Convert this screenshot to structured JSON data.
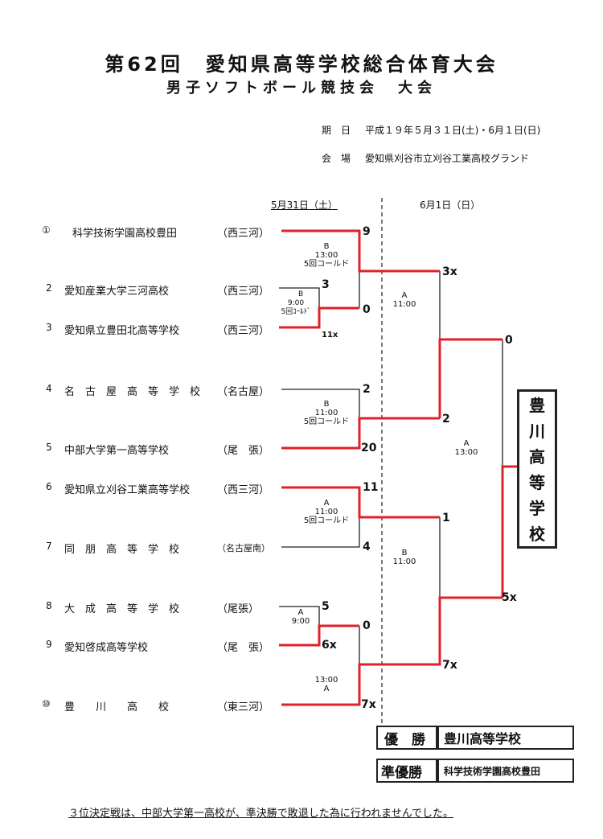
{
  "title": "第62回　愛知県高等学校総合体育大会",
  "subtitle": "男子ソフトボール競技会　大会",
  "info": {
    "date_label": "期　日",
    "date_value": "平成１９年５月３１日(土)・6月１日(日)",
    "venue_label": "会　場",
    "venue_value": "愛知県刈谷市立刈谷工業高校グランド"
  },
  "days": {
    "day1": "5月31日（土）",
    "day2": "6月1日（日）"
  },
  "teams": [
    {
      "num": "①",
      "name": "科学技術学園高校豊田",
      "region": "（西三河）"
    },
    {
      "num": "2",
      "name": "愛知産業大学三河高校",
      "region": "（西三河）"
    },
    {
      "num": "3",
      "name": "愛知県立豊田北高等学校",
      "region": "（西三河）"
    },
    {
      "num": "4",
      "name": "名　古　屋　高　等　学　校",
      "region": "（名古屋）"
    },
    {
      "num": "5",
      "name": "中部大学第一高等学校",
      "region": "（尾　張）"
    },
    {
      "num": "6",
      "name": "愛知県立刈谷工業高等学校",
      "region": "（西三河）"
    },
    {
      "num": "7",
      "name": "同　朋　高　等　学　校",
      "region": "（名古屋南）"
    },
    {
      "num": "8",
      "name": "大　成　高　等　学　校",
      "region": "（尾張）"
    },
    {
      "num": "9",
      "name": "愛知啓成高等学校",
      "region": "（尾　張）"
    },
    {
      "num": "⑩",
      "name": "豊　　川　　高　　校",
      "region": "（東三河）"
    }
  ],
  "scores": {
    "t1": "9",
    "t2": "3",
    "t3": "0",
    "t3b": "11x",
    "t4": "2",
    "t5": "20",
    "t6": "11",
    "t7": "4",
    "t8": "5",
    "t9": "6x",
    "m89": "0",
    "t10": "7x",
    "qf1": "3x",
    "qf2": "2",
    "qf3": "1",
    "qf4": "7x",
    "sf1": "0",
    "sf2": "5x"
  },
  "match_info": {
    "m1": [
      "B",
      "13:00",
      "5回コールド"
    ],
    "m23": [
      "B",
      "9:00",
      "5回ｺｰﾙﾄﾞ"
    ],
    "m45": [
      "B",
      "11:00",
      "5回コールド"
    ],
    "m67": [
      "A",
      "11:00",
      "5回コールド"
    ],
    "m89": [
      "A",
      "9:00"
    ],
    "m10": [
      "13:00",
      "A"
    ],
    "qfA": [
      "A",
      "11:00"
    ],
    "qfB": [
      "B",
      "11:00"
    ],
    "sfA": [
      "A",
      "13:00"
    ]
  },
  "champion_vertical": [
    "豊",
    "川",
    "高",
    "等",
    "学",
    "校"
  ],
  "results": {
    "winner_label": "優　勝",
    "winner_team": "豊川高等学校",
    "runner_label": "準優勝",
    "runner_team": "科学技術学園高校豊田"
  },
  "footer": "３位決定戦は、中部大学第一高校が、準決勝で敗退した為に行われませんでした。",
  "colors": {
    "winner_line": "#e0202a",
    "line": "#222222"
  }
}
